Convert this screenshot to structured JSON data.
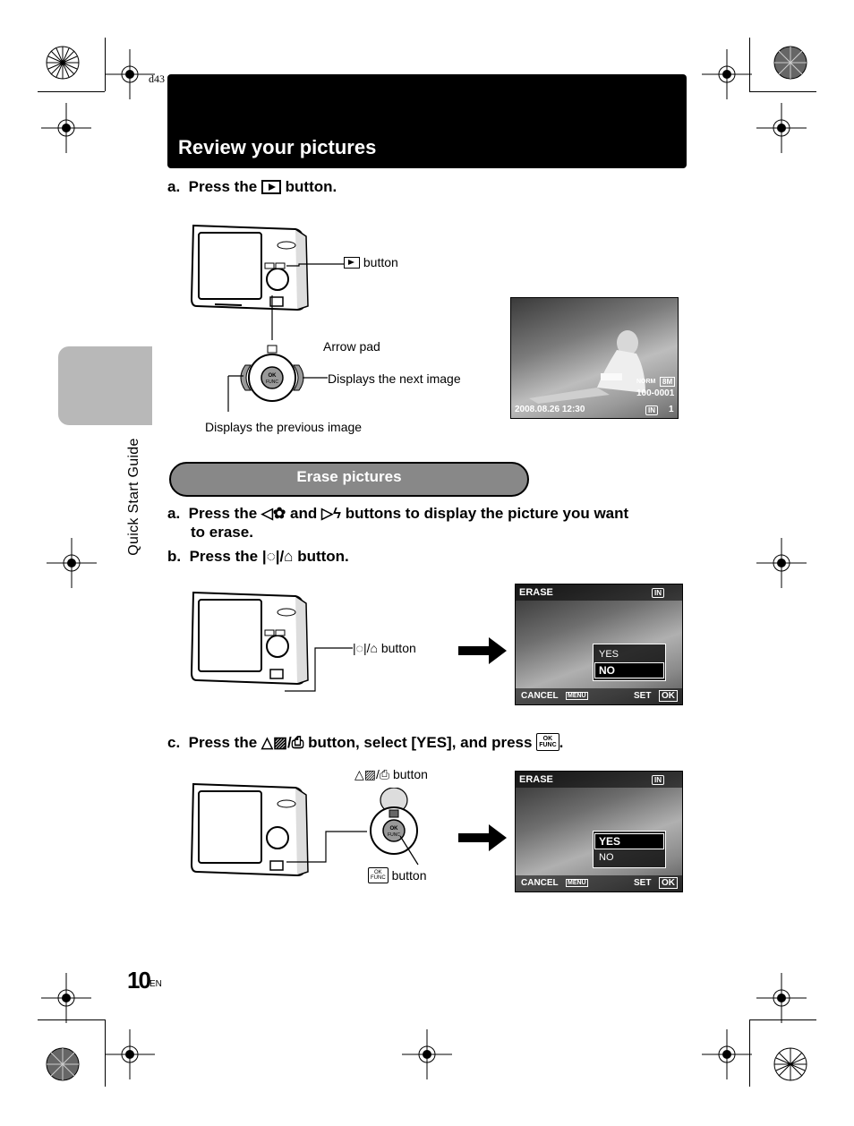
{
  "document": {
    "doc_id": "d43",
    "page_number": "10",
    "page_lang": "EN",
    "side_tab_label": "Quick Start Guide"
  },
  "header": {
    "title": "Review your pictures"
  },
  "review": {
    "step_a": {
      "prefix": "a.",
      "text_before": "Press the",
      "text_after": "button."
    },
    "labels": {
      "playback_button": "button",
      "arrow_pad": "Arrow pad",
      "next_image": "Displays the next image",
      "prev_image": "Displays the previous image"
    },
    "lcd": {
      "quality": "NORM",
      "size": "8M",
      "file_no": "100-0001",
      "datetime": "2008.08.26  12:30",
      "frame": "1",
      "memory": "IN"
    }
  },
  "erase": {
    "section_title": "Erase pictures",
    "step_a": {
      "prefix": "a.",
      "part1": "Press the",
      "part2": "and",
      "part3": "buttons to display the picture you want",
      "line2": "to erase."
    },
    "step_b": {
      "prefix": "b.",
      "text_before": "Press the",
      "text_after": "button."
    },
    "step_b_label": "button",
    "step_c": {
      "prefix": "c.",
      "text_before": "Press the",
      "text_middle": "button, select [YES], and press",
      "text_end": "."
    },
    "step_c_label_top": "button",
    "step_c_label_ok": "button",
    "screen1": {
      "title": "ERASE",
      "memory": "IN",
      "yes": "YES",
      "no": "NO",
      "cancel": "CANCEL",
      "menu": "MENU",
      "set": "SET",
      "ok": "OK"
    },
    "screen2": {
      "title": "ERASE",
      "memory": "IN",
      "yes": "YES",
      "no": "NO",
      "cancel": "CANCEL",
      "menu": "MENU",
      "set": "SET",
      "ok": "OK"
    }
  },
  "icons": {
    "ok_func_icon_top": "OK",
    "ok_func_icon_bottom": "FUNC"
  }
}
